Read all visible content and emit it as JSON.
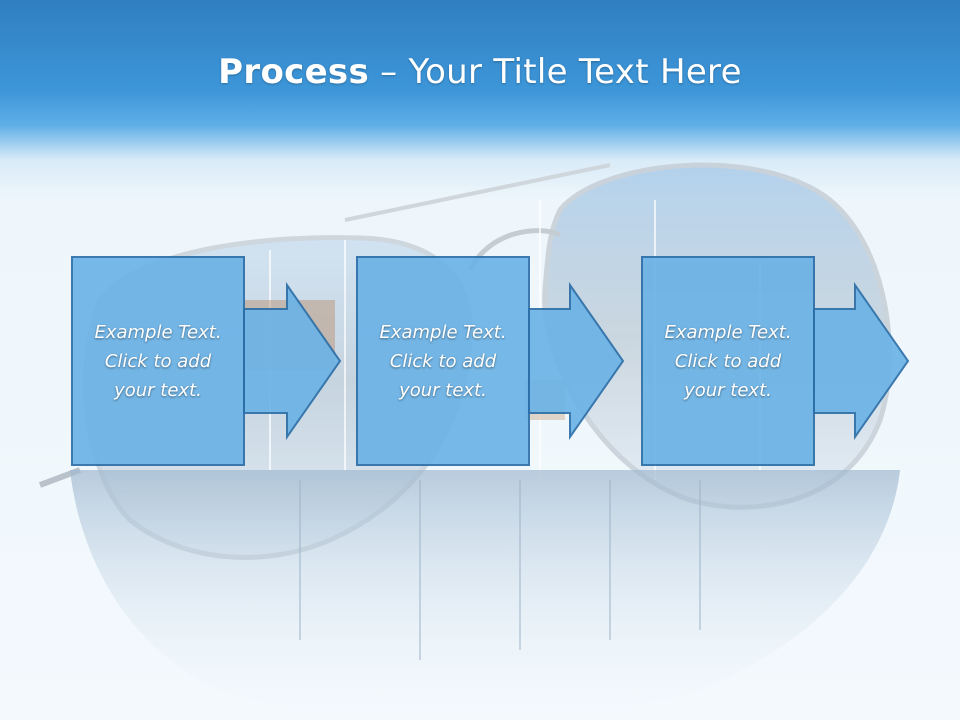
{
  "slide": {
    "title_bold": "Process",
    "title_rest": " – Your Title Text Here"
  },
  "steps": [
    {
      "text": "Example Text.\nClick  to add\nyour text."
    },
    {
      "text": "Example Text.\nClick  to add\nyour text."
    },
    {
      "text": "Example Text.\nClick  to add\nyour text."
    }
  ],
  "colors": {
    "header_blue": "#3d96d8",
    "box_fill": "#6cb3e6",
    "box_stroke": "#2c6fa8"
  }
}
